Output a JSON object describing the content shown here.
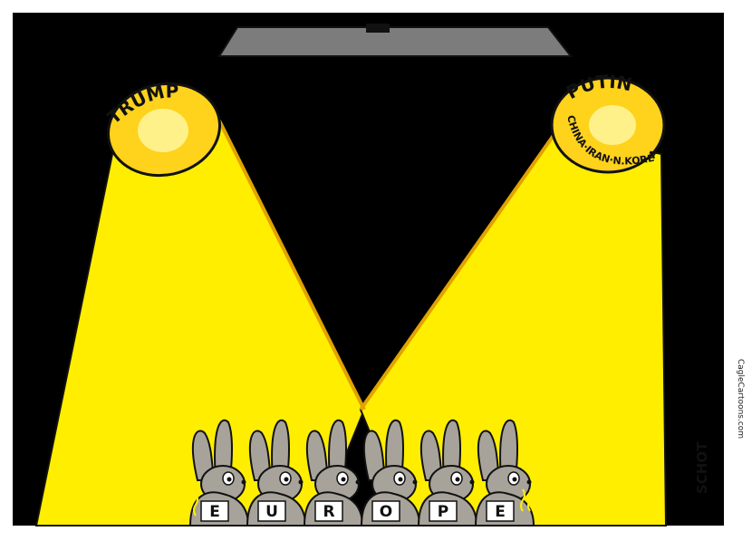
{
  "cartoon": {
    "left_lamp_label": "TRUMP",
    "right_lamp_label": "PUTIN",
    "right_lamp_sublabel": "CHINA·IRAN·N.KOREA",
    "rabbit_letters": [
      "E",
      "U",
      "R",
      "O",
      "P",
      "E"
    ],
    "signature": "SCHOT",
    "credit": "CagleCartoons.com"
  },
  "colors": {
    "background": "#000000",
    "light_beam": "#ffee00",
    "lamp": "#ffd21c",
    "lamp_glow": "#fff18a",
    "rabbit": "#a7a39b",
    "mirror": "#7c7c7c"
  }
}
